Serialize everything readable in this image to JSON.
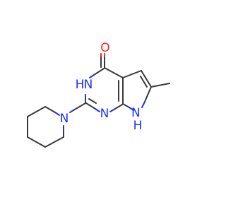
{
  "molecule": {
    "colors": {
      "carbon_bond": "#3a3a3a",
      "nitrogen": "#2030ff",
      "oxygen": "#ff2020",
      "background": "#ffffff"
    },
    "labels": {
      "oxygen": "O",
      "nh_lactam": "HN",
      "nh_lactam_h": "H",
      "nh_lactam_n": "N",
      "n_pyrimidine": "N",
      "n_piperidine": "N",
      "nh_pyrrole_n": "N",
      "nh_pyrrole_h": "H"
    }
  }
}
